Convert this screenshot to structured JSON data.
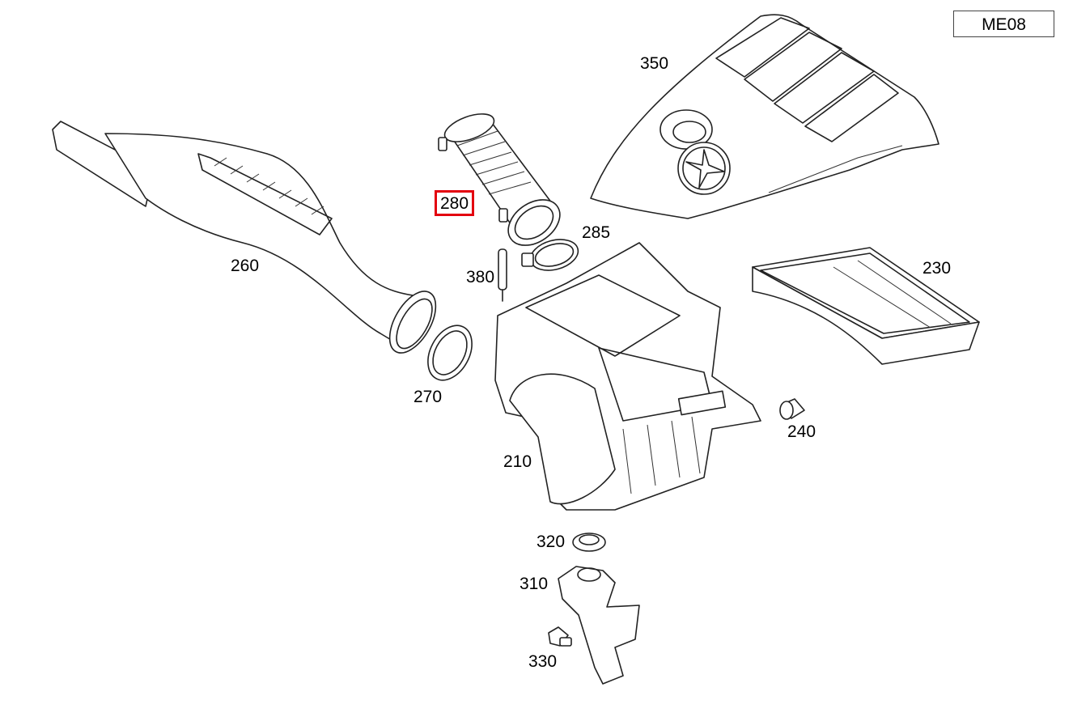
{
  "diagram_code": "ME08",
  "highlight_color": "#e3000f",
  "selected_part": "280",
  "parts": [
    {
      "id": "p350",
      "number": "350"
    },
    {
      "id": "p280",
      "number": "280"
    },
    {
      "id": "p285",
      "number": "285"
    },
    {
      "id": "p260",
      "number": "260"
    },
    {
      "id": "p380",
      "number": "380"
    },
    {
      "id": "p230",
      "number": "230"
    },
    {
      "id": "p270",
      "number": "270"
    },
    {
      "id": "p240",
      "number": "240"
    },
    {
      "id": "p210",
      "number": "210"
    },
    {
      "id": "p320",
      "number": "320"
    },
    {
      "id": "p310",
      "number": "310"
    },
    {
      "id": "p330",
      "number": "330"
    }
  ]
}
